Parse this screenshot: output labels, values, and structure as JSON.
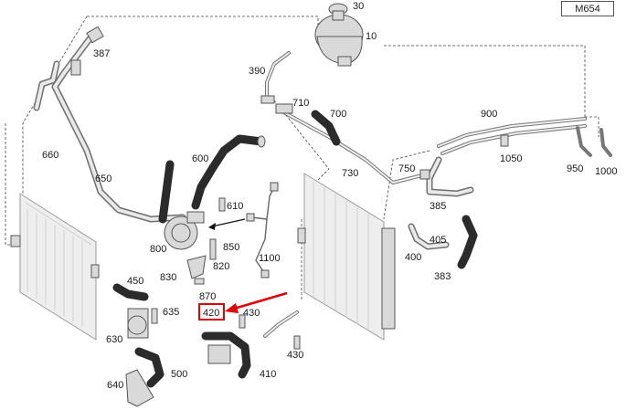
{
  "model": "M654",
  "callouts": {
    "p30": "30",
    "p10": "10",
    "p387": "387",
    "p390": "390",
    "p710": "710",
    "p700": "700",
    "p900": "900",
    "p660": "660",
    "p650": "650",
    "p600": "600",
    "p730": "730",
    "p750": "750",
    "p1050": "1050",
    "p950": "950",
    "p1000": "1000",
    "p610": "610",
    "p385": "385",
    "p800": "800",
    "p850": "850",
    "p1100": "1100",
    "p405": "405",
    "p400": "400",
    "p383": "383",
    "p820": "820",
    "p830": "830",
    "p450": "450",
    "p870": "870",
    "p635": "635",
    "p420": "420",
    "p430a": "430",
    "p630": "630",
    "p430b": "430",
    "p500": "500",
    "p410": "410",
    "p640": "640"
  },
  "highlighted_callout": "420",
  "colors": {
    "highlight": "#e00000",
    "parts": "#d9d9d9",
    "dark_hose": "#2b2b2b"
  }
}
